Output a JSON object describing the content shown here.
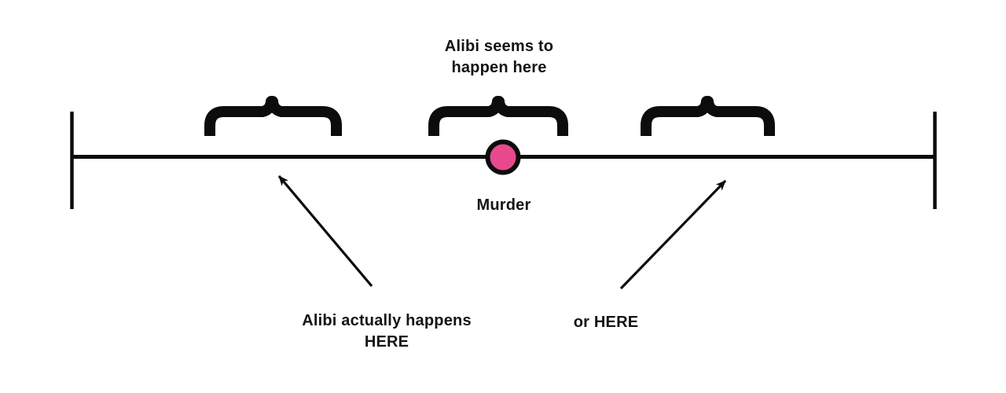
{
  "diagram": {
    "top_label": "Alibi seems to\nhappen here",
    "event_label": "Murder",
    "bottom_left_label": "Alibi actually happens\nHERE",
    "bottom_right_label": "or HERE"
  },
  "colors": {
    "ink": "#0c0c0c",
    "murder_dot_fill": "#e8498d",
    "background": "#ffffff"
  }
}
